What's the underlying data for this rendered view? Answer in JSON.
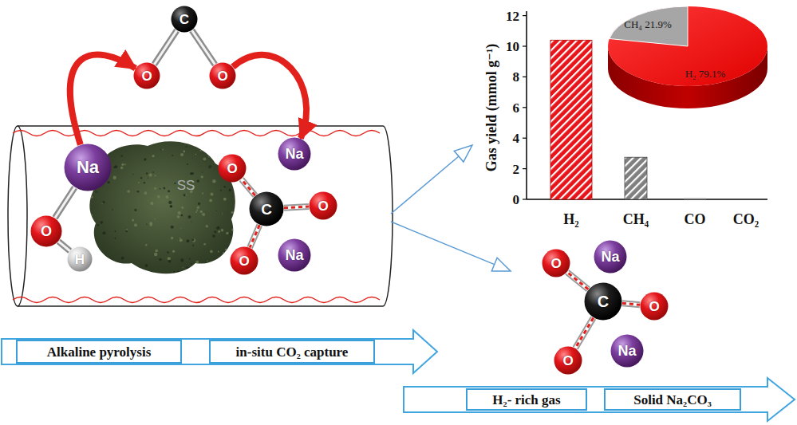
{
  "diagram": {
    "nodes": [
      {
        "text": [
          "C"
        ]
      },
      {
        "text": [
          "O"
        ]
      },
      {
        "text": [
          "O"
        ]
      },
      {
        "text": [
          "Na"
        ]
      },
      {
        "text": [
          "Na"
        ]
      },
      {
        "text": [
          "O"
        ]
      },
      {
        "text": [
          "SS"
        ]
      },
      {
        "text": [
          "C"
        ]
      },
      {
        "text": [
          "O"
        ]
      },
      {
        "text": [
          "O"
        ]
      },
      {
        "text": [
          "Na"
        ]
      },
      {
        "text": [
          "O"
        ]
      },
      {
        "text": [
          "H"
        ]
      },
      {
        "text": [
          "O"
        ]
      },
      {
        "text": [
          "Na"
        ]
      },
      {
        "text": [
          "C"
        ]
      },
      {
        "text": [
          "O"
        ]
      },
      {
        "text": [
          "Na"
        ]
      },
      {
        "text": [
          "O"
        ]
      },
      {
        "text": [
          "Alkaline pyrolysis"
        ]
      },
      {
        "text": [
          "in-situ CO₂ capture"
        ]
      },
      {
        "text": [
          "H₂- rich gas"
        ]
      },
      {
        "text": [
          "Solid Na₂CO₃"
        ]
      }
    ],
    "edges": [
      {
        "from": 0,
        "to": 1,
        "arrow": "none"
      },
      {
        "from": 0,
        "to": 2,
        "arrow": "none"
      },
      {
        "from": 3,
        "to": 1,
        "arrow": "to"
      },
      {
        "from": 2,
        "to": 4,
        "arrow": "to"
      },
      {
        "from": 3,
        "to": 9,
        "arrow": "none"
      },
      {
        "from": 9,
        "to": 12,
        "arrow": "none"
      },
      {
        "from": 7,
        "to": 5,
        "arrow": "none"
      },
      {
        "from": 7,
        "to": 8,
        "arrow": "none"
      },
      {
        "from": 7,
        "to": 11,
        "arrow": "none"
      },
      {
        "from": 15,
        "to": 13,
        "arrow": "none"
      },
      {
        "from": 15,
        "to": 16,
        "arrow": "none"
      },
      {
        "from": 15,
        "to": 18,
        "arrow": "none"
      }
    ],
    "labels": [
      "Gas yield (mmol g⁻¹)",
      "0",
      "2",
      "4",
      "6",
      "8",
      "10",
      "12",
      "H₂",
      "CH₄",
      "CO",
      "CO₂",
      "CH₄ 21.9%",
      "H₂ 79.1%"
    ]
  }
}
